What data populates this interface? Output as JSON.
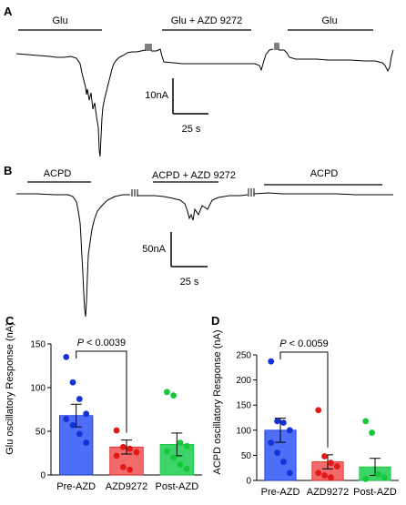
{
  "panels": {
    "A": {
      "letter": "A",
      "segments": [
        "Glu",
        "Glu + AZD 9272",
        "Glu"
      ],
      "scale_y": "10nA",
      "scale_x": "25 s"
    },
    "B": {
      "letter": "B",
      "segments": [
        "ACPD",
        "ACPD + AZD 9272",
        "ACPD"
      ],
      "scale_y": "50nA",
      "scale_x": "25 s"
    }
  },
  "chart_data": [
    {
      "panel": "C",
      "type": "bar",
      "categories": [
        "Pre-AZD",
        "AZD9272",
        "Post-AZD"
      ],
      "values": [
        68,
        32,
        35
      ],
      "sem": [
        13,
        8,
        13
      ],
      "colors": [
        "#4f6ef7",
        "#f26b6b",
        "#3ed46a"
      ],
      "dot_colors": [
        "#1432d6",
        "#e31919",
        "#14c83a"
      ],
      "points": [
        [
          135,
          106,
          87,
          70,
          64,
          57,
          47,
          37
        ],
        [
          51,
          32,
          30,
          26,
          22,
          9,
          6
        ],
        [
          95,
          91,
          37,
          33,
          27,
          20,
          12,
          7
        ]
      ],
      "ylabel": "Glu oscillatory Response (nA)",
      "ylim": [
        0,
        150
      ],
      "yticks": [
        0,
        50,
        100,
        150
      ],
      "significance": "P < 0.0039"
    },
    {
      "panel": "D",
      "type": "bar",
      "categories": [
        "Pre-AZD",
        "AZD9272",
        "Post-AZD"
      ],
      "values": [
        100,
        37,
        27
      ],
      "sem": [
        24,
        14,
        17
      ],
      "colors": [
        "#4f6ef7",
        "#f26b6b",
        "#3ed46a"
      ],
      "dot_colors": [
        "#1432d6",
        "#e31919",
        "#14c83a"
      ],
      "points": [
        [
          237,
          118,
          115,
          100,
          75,
          55,
          37,
          15
        ],
        [
          140,
          48,
          35,
          28,
          15,
          10,
          6
        ],
        [
          118,
          95,
          12,
          6,
          3
        ]
      ],
      "ylabel": "ACPD oscillatory Response (nA)",
      "ylim": [
        0,
        250
      ],
      "yticks": [
        0,
        50,
        100,
        150,
        200,
        250
      ],
      "significance": "P < 0.0059"
    }
  ]
}
